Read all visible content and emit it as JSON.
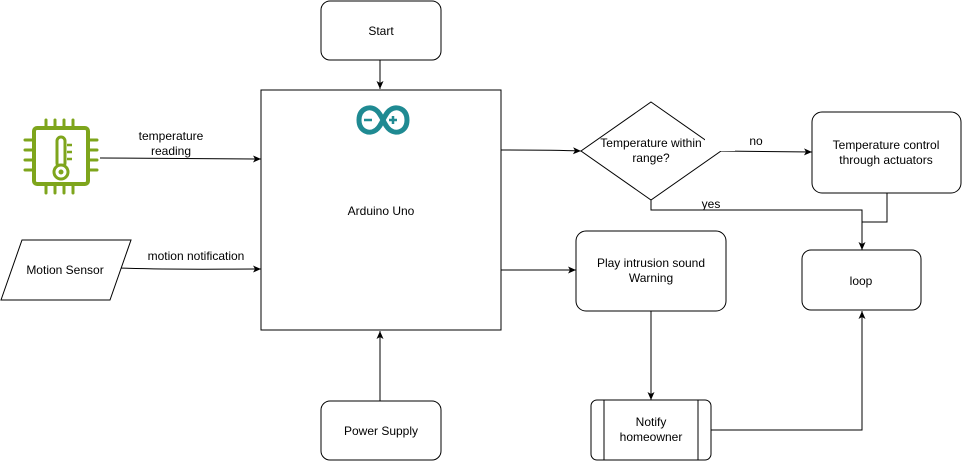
{
  "nodes": {
    "start": "Start",
    "arduino": "Arduino Uno",
    "power_supply": "Power Supply",
    "motion_sensor": "Motion Sensor",
    "decision": [
      "Temperature within",
      "range?"
    ],
    "temp_control": [
      "Temperature control",
      "through actuators"
    ],
    "play_sound": [
      "Play intrusion sound",
      "Warning"
    ],
    "notify": [
      "Notify",
      "homeowner"
    ],
    "loop": "loop"
  },
  "edges": {
    "temperature_reading": [
      "temperature",
      "reading"
    ],
    "motion_notification": "motion notification",
    "no": "no",
    "yes": "yes"
  },
  "icons": {
    "temperature_sensor": "thermometer-chip-icon",
    "arduino_logo": "arduino-logo-icon"
  },
  "colors": {
    "stroke": "#000000",
    "fill": "#ffffff",
    "chip_green": "#7ea51c",
    "arduino_teal": "#1f8a92"
  }
}
